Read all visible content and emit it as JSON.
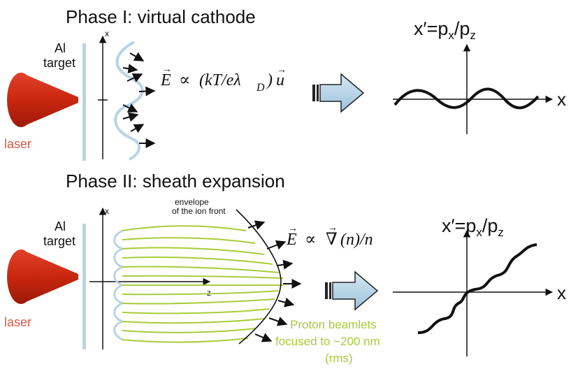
{
  "colors": {
    "laser": "#cc2a16",
    "laser_text": "#d65a48",
    "target": "#b8d4e6",
    "field_line": "#a8cc3a",
    "proton_text": "#a8cc3a",
    "arrow_fill": "#b8d4e6",
    "ink": "#111111"
  },
  "phase1": {
    "title": "Phase I: virtual cathode",
    "target_label_line1": "Al",
    "target_label_line2": "target",
    "laser_label": "laser",
    "axis_x": "x",
    "formula": "E ∝ (kT/eλ_D) u",
    "formula_parts": {
      "E": "E",
      "prop": "∝",
      "body": "(kT/eλ",
      "sub": "D",
      "close": ")",
      "u": "u"
    },
    "phase_space_label": {
      "main": "x′=p",
      "sub1": "x",
      "slash": "/p",
      "sub2": "z"
    },
    "phase_space_axis": "x",
    "arrow_icon": "hollow-arrow-icon"
  },
  "phase2": {
    "title": "Phase II: sheath expansion",
    "target_label_line1": "Al",
    "target_label_line2": "target",
    "laser_label": "laser",
    "axis_x": "x",
    "axis_z": "z",
    "envelope_line1": "envelope",
    "envelope_line2": "of the ion front",
    "formula": "E ∝ ∇(n)/n",
    "formula_parts": {
      "E": "E",
      "prop": "∝",
      "nabla": "∇",
      "body": "(n)/n"
    },
    "proton_line1": "Proton beamlets",
    "proton_line2": "focused to ~200 nm",
    "proton_line3": "(rms)",
    "phase_space_label": {
      "main": "x′=p",
      "sub1": "x",
      "slash": "/p",
      "sub2": "z"
    },
    "phase_space_axis": "x",
    "arrow_icon": "hollow-arrow-icon"
  }
}
